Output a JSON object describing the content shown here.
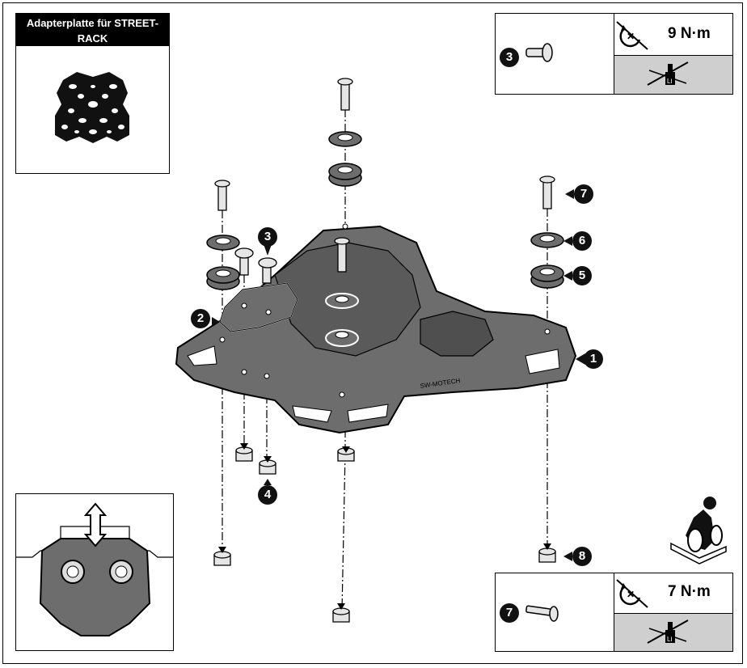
{
  "header_box": {
    "title_de": "Adapterplatte für STREET-RACK",
    "title_en": "Adapter plate for STREET-RACK"
  },
  "torque_top": {
    "part_number": "3",
    "torque": "9 N·m",
    "torque_icon": "torque-wrench-icon",
    "threadlock_icon": "no-threadlocker-icon"
  },
  "torque_bottom": {
    "part_number": "7",
    "torque": "7 N·m",
    "torque_icon": "torque-wrench-icon",
    "threadlock_icon": "no-threadlocker-icon"
  },
  "callouts": [
    "1",
    "2",
    "3",
    "4",
    "5",
    "6",
    "7",
    "8"
  ],
  "rider_icon": "motorcycle-rider-icon",
  "colors": {
    "part_gray": "#6d6d6d",
    "dark": "#111111",
    "light_gray": "#cfcfcf"
  }
}
